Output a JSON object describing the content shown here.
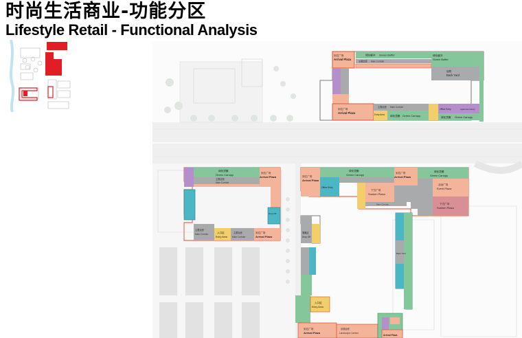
{
  "header": {
    "title_cn": "时尚生活商业-功能分区",
    "title_en": "Lifestyle Retail - Functional Analysis"
  },
  "colors": {
    "orange": "#f4b49a",
    "orange_stroke": "#e04a2a",
    "green": "#86c69b",
    "teal": "#4bb7c5",
    "purple": "#b58fcc",
    "yellow": "#f2cf6a",
    "gray": "#a9aaab",
    "pink": "#d98f96",
    "keymap_red": "#e11d25"
  },
  "labels": {
    "green_buffer_cn": "绿化缓冲",
    "green_buffer": "Green Buffer",
    "arrival_plaza_cn": "到达广场",
    "arrival_plaza": "Arrival Plaza",
    "main_corridor_cn": "主要走廊",
    "main_corridor": "Main Corridor",
    "back_yard_cn": "后院",
    "back_yard": "Back Yard",
    "green_canopy_cn": "绿化顶棚",
    "green_canopy": "Green Canopy",
    "entry_area_cn": "入口区",
    "entry_area": "Entry Area",
    "office_entry_cn": "办公入口",
    "office_entry": "Office Entry",
    "apartment_entry_cn": "公寓入口",
    "apartment_entry": "Apartment Entry",
    "event_plaza_cn": "活动广场",
    "event_plaza": "Event Plaza",
    "sunken_plaza_cn": "下沉广场",
    "sunken_plaza": "Sunken Plaza",
    "drop_off_cn": "落客区",
    "drop_off": "Drop Off",
    "landscape_corridor_cn": "景观走廊",
    "landscape_corridor": "Landscape Corridor"
  }
}
